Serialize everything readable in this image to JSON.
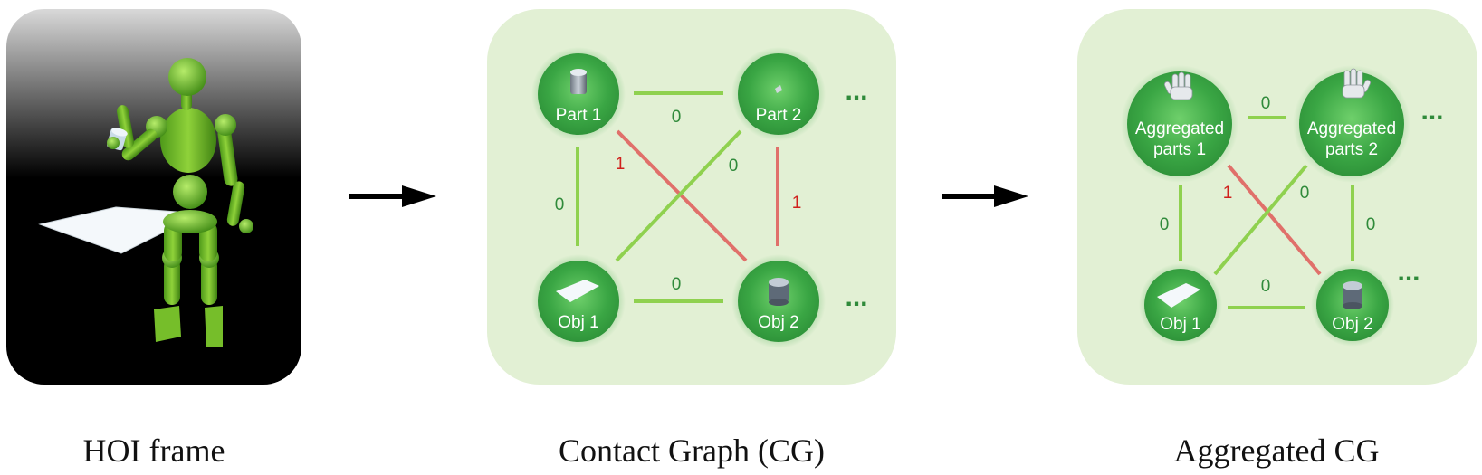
{
  "captions": {
    "hoi": "HOI frame",
    "cg": "Contact Graph (CG)",
    "agg": "Aggregated CG"
  },
  "cg": {
    "nodes": {
      "part1": "Part 1",
      "part2": "Part 2",
      "obj1": "Obj 1",
      "obj2": "Obj 2"
    },
    "edges": {
      "part1_part2": "0",
      "obj1_obj2": "0",
      "part1_obj1": "0",
      "part2_obj2": "1",
      "part1_obj2": "1",
      "part2_obj1": "0"
    },
    "ellipsis": "..."
  },
  "agg": {
    "nodes": {
      "parts1_line1": "Aggregated",
      "parts1_line2": "parts 1",
      "parts2_line1": "Aggregated",
      "parts2_line2": "parts 2",
      "obj1": "Obj 1",
      "obj2": "Obj 2"
    },
    "edges": {
      "parts1_parts2": "0",
      "obj1_obj2": "0",
      "parts1_obj1": "0",
      "parts2_obj2": "0",
      "parts1_obj2": "1",
      "parts2_obj1": "0"
    },
    "ellipsis": "..."
  },
  "colors": {
    "contact_edge": "#e0706a",
    "no_contact_edge": "#8fd14f",
    "panel_bg": "#e2f0d4",
    "node": "#3aa644",
    "edge_label_zero": "#2f8a3a",
    "edge_label_one": "#d0201c"
  }
}
